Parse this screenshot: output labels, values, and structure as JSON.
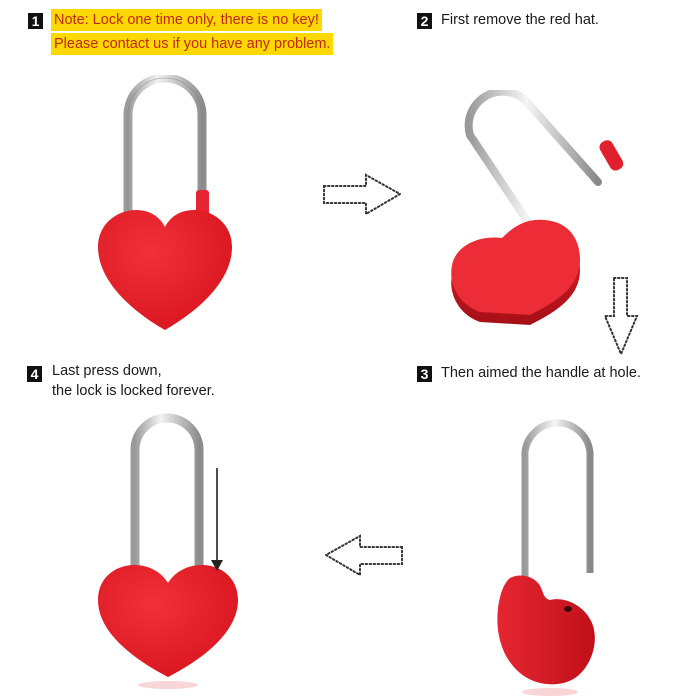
{
  "steps": [
    {
      "number": "1",
      "lines": [
        "Note: Lock one time only, there is no key!",
        "Please contact us if you have any problem."
      ],
      "highlighted": true
    },
    {
      "number": "2",
      "lines": [
        "First remove the red hat."
      ]
    },
    {
      "number": "3",
      "lines": [
        "Then aimed the handle at hole."
      ]
    },
    {
      "number": "4",
      "lines": [
        "Last press down,",
        "the lock is locked forever."
      ]
    }
  ],
  "icons": {
    "arrow_right": "dotted-arrow-right",
    "arrow_down": "dotted-arrow-down",
    "arrow_left": "dotted-arrow-left",
    "press_down": "solid-arrow-down"
  },
  "colors": {
    "highlight_bg": "#ffd800",
    "highlight_text": "#c0261b",
    "lock_red": "#e8202a",
    "shackle": "#c9c9c9",
    "badge": "#111111"
  }
}
